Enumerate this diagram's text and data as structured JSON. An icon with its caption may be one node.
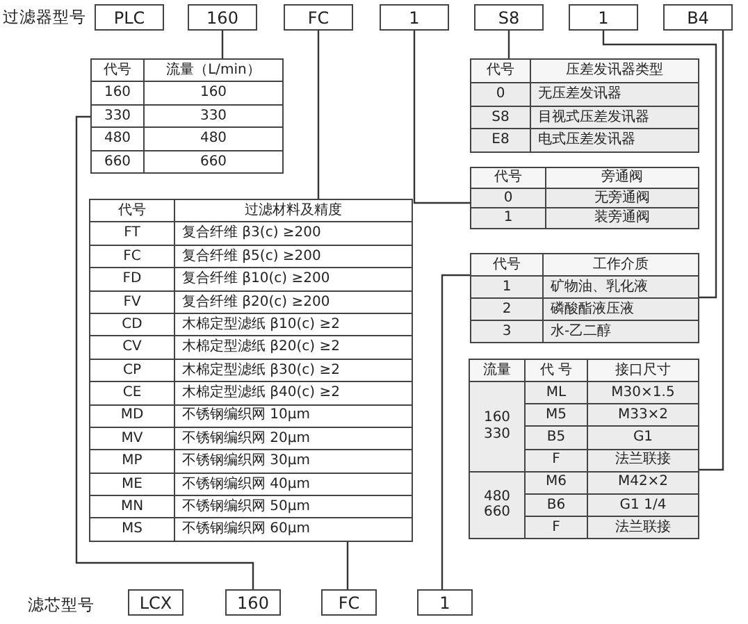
{
  "diagram": {
    "nodes": [
      {
        "text": [
          "PLC"
        ]
      },
      {
        "text": [
          "160"
        ]
      },
      {
        "text": [
          "FC"
        ]
      },
      {
        "text": [
          "1"
        ]
      },
      {
        "text": [
          "S8"
        ]
      },
      {
        "text": [
          "1"
        ]
      },
      {
        "text": [
          "B4"
        ]
      },
      {
        "text": [
          "代号",
          "流量（L/min）",
          "160",
          "160",
          "330",
          "330",
          "480",
          "480",
          "660",
          "660"
        ]
      },
      {
        "text": [
          "代号",
          "过滤材料及精度",
          "FT",
          "复合纤维  β3(c) ≥200",
          "FC",
          "复合纤维  β5(c) ≥200",
          "FD",
          "复合纤维  β10(c) ≥200",
          "FV",
          "复合纤维  β20(c) ≥200",
          "CD",
          "木棉定型滤纸  β10(c) ≥2",
          "CV",
          "木棉定型滤纸  β20(c) ≥2",
          "CP",
          "木棉定型滤纸  β30(c) ≥2",
          "CE",
          "木棉定型滤纸  β40(c) ≥2",
          "MD",
          "不锈钢编织网 10μm",
          "MV",
          "不锈钢编织网 20μm",
          "MP",
          "不锈钢编织网 30μm",
          "ME",
          "不锈钢编织网 40μm",
          "MN",
          "不锈钢编织网 50μm",
          "MS",
          "不锈钢编织网 60μm"
        ]
      },
      {
        "text": [
          "代号",
          "压差发讯器类型",
          "0",
          "无压差发讯器",
          "S8",
          "目视式压差发讯器",
          "E8",
          "电式压差发讯器"
        ]
      },
      {
        "text": [
          "代号",
          "旁通阀",
          "0",
          "无旁通阀",
          "1",
          "装旁通阀"
        ]
      },
      {
        "text": [
          "代号",
          "工作介质",
          "1",
          "矿物油、乳化液",
          "2",
          "磷酸酯液压液",
          "3",
          "水-乙二醇"
        ]
      },
      {
        "text": [
          "流量",
          "代 号",
          "接口尺寸",
          "160 330",
          "ML",
          "M30×1.5",
          "M5",
          "M33×2",
          "B5",
          "G1",
          "F",
          "法兰联接",
          "480 660",
          "M6",
          "M42×2",
          "B6",
          "G1 1/4",
          "F",
          "法兰联接"
        ]
      },
      {
        "text": [
          "LCX"
        ]
      },
      {
        "text": [
          "160"
        ]
      },
      {
        "text": [
          "FC"
        ]
      },
      {
        "text": [
          "1"
        ]
      }
    ],
    "edges": [
      {
        "from": 1,
        "to": 7,
        "arrow": "none"
      },
      {
        "from": 2,
        "to": 8,
        "arrow": "none"
      },
      {
        "from": 3,
        "to": 10,
        "arrow": "none"
      },
      {
        "from": 4,
        "to": 9,
        "arrow": "none"
      },
      {
        "from": 5,
        "to": 11,
        "arrow": "none"
      },
      {
        "from": 6,
        "to": 12,
        "arrow": "none"
      },
      {
        "from": 7,
        "to": 14,
        "arrow": "none"
      },
      {
        "from": 8,
        "to": 15,
        "arrow": "none"
      },
      {
        "from": 11,
        "to": 16,
        "arrow": "none"
      }
    ],
    "labels": [
      "过滤器型号",
      "滤芯型号"
    ]
  }
}
